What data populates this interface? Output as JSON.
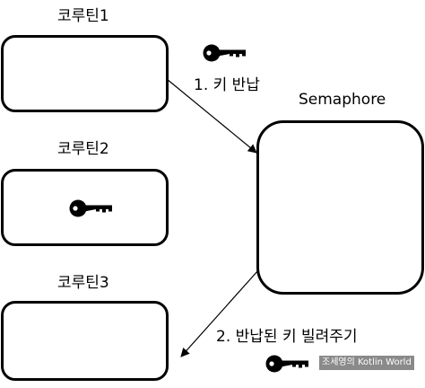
{
  "coroutines": [
    {
      "label": "코루틴1",
      "holds_key": false
    },
    {
      "label": "코루틴2",
      "holds_key": true
    },
    {
      "label": "코루틴3",
      "holds_key": false
    }
  ],
  "semaphore": {
    "label": "Semaphore"
  },
  "steps": [
    {
      "label": "1. 키 반납"
    },
    {
      "label": "2. 반납된 키 빌려주기"
    }
  ],
  "icons": {
    "key": "key-icon"
  },
  "watermark": "조세영의 Kotlin World"
}
